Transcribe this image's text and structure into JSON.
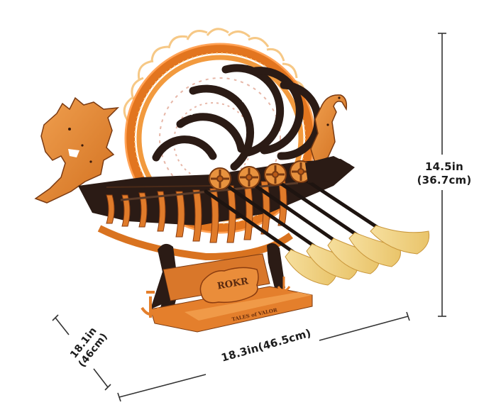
{
  "image": {
    "subject": "Wooden mechanical Viking longship model kit with rotating wheel, dragon head bow, and oars",
    "brand_plate": "ROKR",
    "base_inscription": "TALES of VALOR"
  },
  "dimensions": {
    "height": {
      "inches": "14.5in",
      "cm": "(36.7cm)"
    },
    "depth": {
      "inches": "18.1in",
      "cm": "(46cm)"
    },
    "width": {
      "label": "18.3in(46.5cm)"
    }
  },
  "colors": {
    "background": "#ffffff",
    "wood_light": "#e8923e",
    "wood_mid": "#d9772a",
    "wood_dark": "#2a1a14",
    "oar_blade": "#f3d58a",
    "glow": "#ff7a1a",
    "dimension_line": "#333333",
    "text": "#1c1c1c"
  }
}
